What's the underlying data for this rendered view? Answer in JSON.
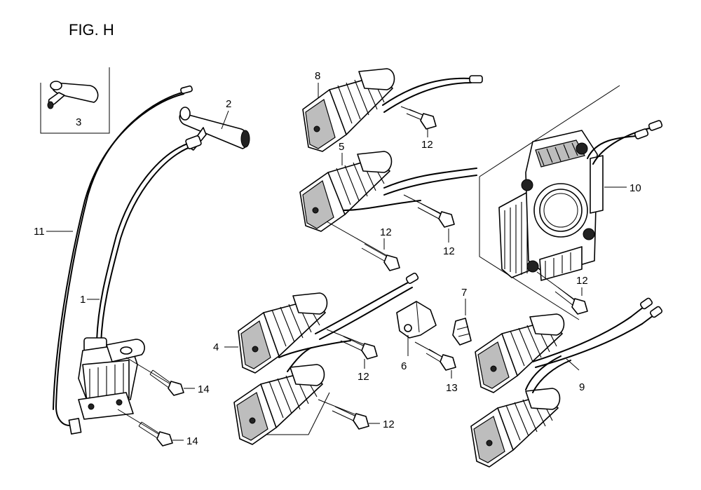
{
  "figure": {
    "title": "FIG. H"
  },
  "callouts": [
    {
      "id": "c1",
      "text": "1"
    },
    {
      "id": "c2",
      "text": "2"
    },
    {
      "id": "c3",
      "text": "3"
    },
    {
      "id": "c4",
      "text": "4"
    },
    {
      "id": "c5",
      "text": "5"
    },
    {
      "id": "c6",
      "text": "6"
    },
    {
      "id": "c7",
      "text": "7"
    },
    {
      "id": "c8",
      "text": "8"
    },
    {
      "id": "c9",
      "text": "9"
    },
    {
      "id": "c10",
      "text": "10"
    },
    {
      "id": "c11",
      "text": "11"
    },
    {
      "id": "c12a",
      "text": "12"
    },
    {
      "id": "c12b",
      "text": "12"
    },
    {
      "id": "c12c",
      "text": "12"
    },
    {
      "id": "c12d",
      "text": "12"
    },
    {
      "id": "c12e",
      "text": "12"
    },
    {
      "id": "c12f",
      "text": "12"
    },
    {
      "id": "c13",
      "text": "13"
    },
    {
      "id": "c14a",
      "text": "14"
    },
    {
      "id": "c14b",
      "text": "14"
    }
  ]
}
